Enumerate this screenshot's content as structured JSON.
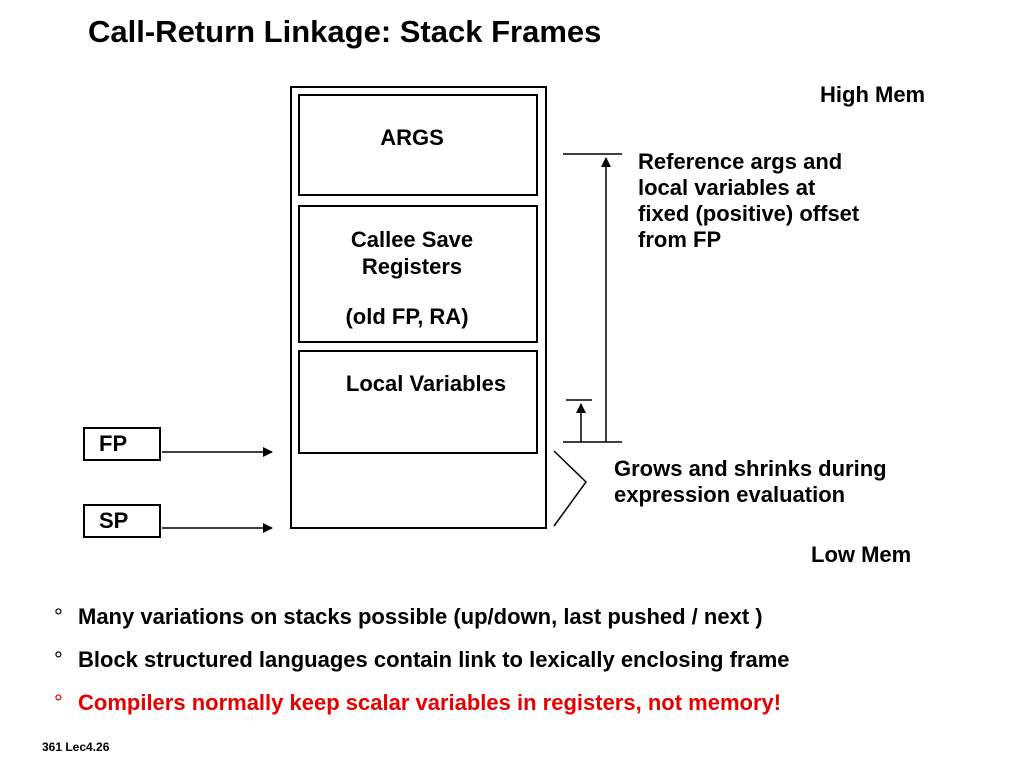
{
  "title": "Call-Return Linkage: Stack Frames",
  "memory": {
    "high": "High Mem",
    "low": "Low Mem"
  },
  "stack_frame": {
    "args": "ARGS",
    "callee_save": {
      "line1": "Callee Save",
      "line2": "Registers",
      "sub": "(old FP,  RA)"
    },
    "local_variables": "Local Variables"
  },
  "pointers": {
    "fp": "FP",
    "sp": "SP"
  },
  "annotations": {
    "reference": [
      "Reference args and",
      "local variables at",
      "fixed (positive) offset",
      "from FP"
    ],
    "grows": [
      "Grows and shrinks during",
      "expression evaluation"
    ]
  },
  "bullets": [
    {
      "mark": "°",
      "text": "Many variations on stacks possible (up/down, last pushed / next )",
      "color": "#000000"
    },
    {
      "mark": "°",
      "text": "Block structured languages contain link to lexically enclosing frame",
      "color": "#000000"
    },
    {
      "mark": "°",
      "text": "Compilers normally keep scalar variables in registers, not memory!",
      "color": "#e60000"
    }
  ],
  "footer": "361  Lec4.26"
}
